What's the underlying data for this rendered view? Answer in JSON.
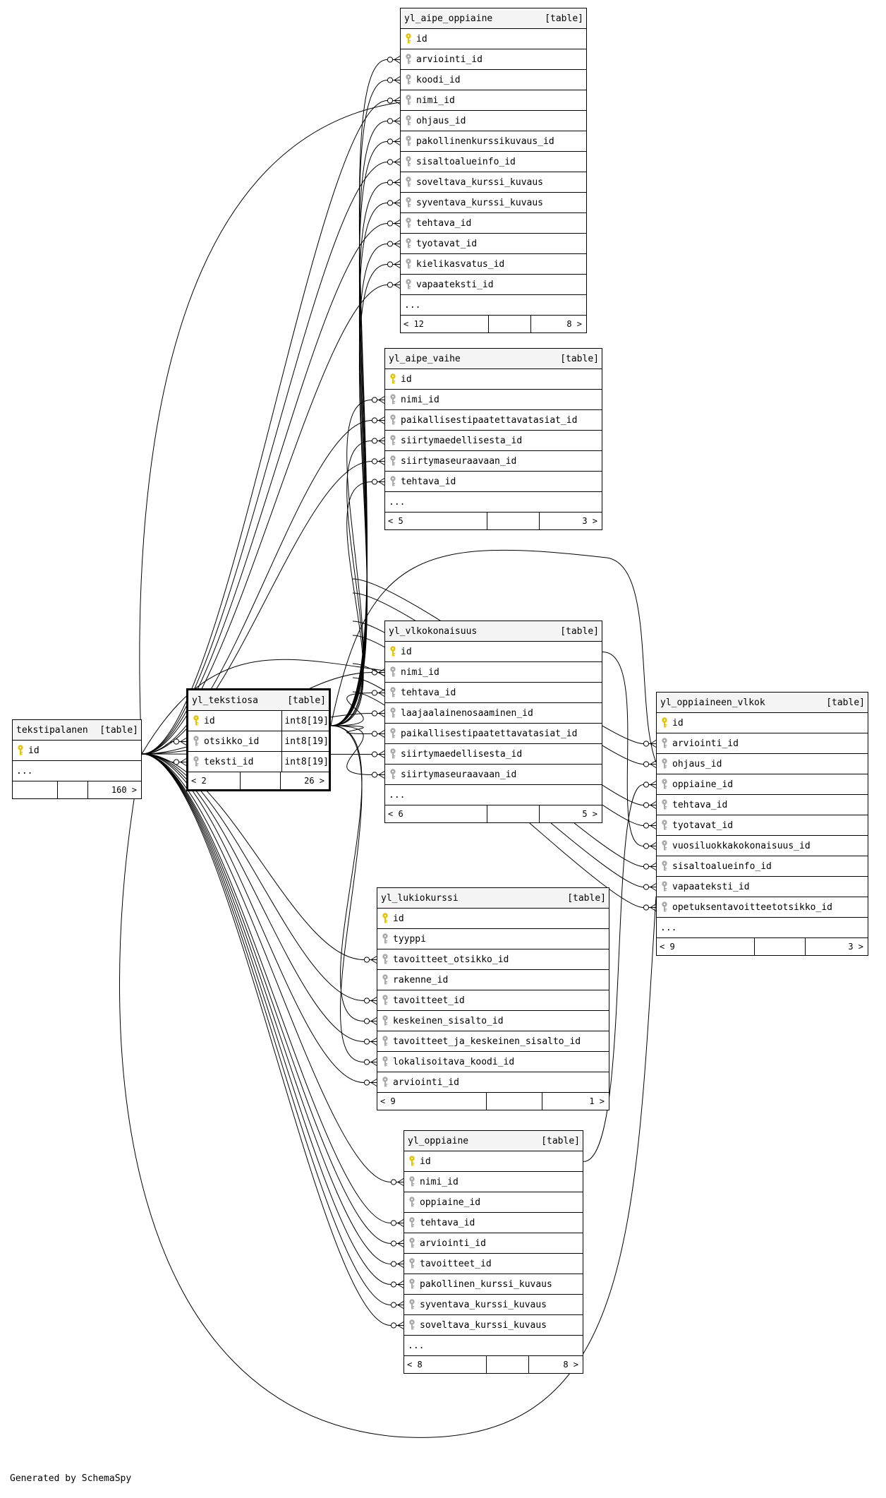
{
  "footer_text": "Generated by SchemaSpy",
  "colors": {
    "primary_key": "#e8c400",
    "foreign_key": "#aaaaaa",
    "header_bg": "#f4f4f4"
  },
  "tables": {
    "yl_aipe_oppiaine": {
      "name": "yl_aipe_oppiaine",
      "kind": "[table]",
      "columns": [
        {
          "name": "id",
          "key": "primary"
        },
        {
          "name": "arviointi_id",
          "key": "foreign"
        },
        {
          "name": "koodi_id",
          "key": "foreign"
        },
        {
          "name": "nimi_id",
          "key": "foreign"
        },
        {
          "name": "ohjaus_id",
          "key": "foreign"
        },
        {
          "name": "pakollinenkurssikuvaus_id",
          "key": "foreign"
        },
        {
          "name": "sisaltoalueinfo_id",
          "key": "foreign"
        },
        {
          "name": "soveltava_kurssi_kuvaus",
          "key": "foreign"
        },
        {
          "name": "syventava_kurssi_kuvaus",
          "key": "foreign"
        },
        {
          "name": "tehtava_id",
          "key": "foreign"
        },
        {
          "name": "tyotavat_id",
          "key": "foreign"
        },
        {
          "name": "kielikasvatus_id",
          "key": "foreign"
        },
        {
          "name": "vapaateksti_id",
          "key": "foreign"
        }
      ],
      "more": "...",
      "parents": "< 12",
      "children": "8 >"
    },
    "yl_aipe_vaihe": {
      "name": "yl_aipe_vaihe",
      "kind": "[table]",
      "columns": [
        {
          "name": "id",
          "key": "primary"
        },
        {
          "name": "nimi_id",
          "key": "foreign"
        },
        {
          "name": "paikallisestipaatettavatasiat_id",
          "key": "foreign"
        },
        {
          "name": "siirtymaedellisesta_id",
          "key": "foreign"
        },
        {
          "name": "siirtymaseuraavaan_id",
          "key": "foreign"
        },
        {
          "name": "tehtava_id",
          "key": "foreign"
        }
      ],
      "more": "...",
      "parents": "< 5",
      "children": "3 >"
    },
    "yl_vlkokonaisuus": {
      "name": "yl_vlkokonaisuus",
      "kind": "[table]",
      "columns": [
        {
          "name": "id",
          "key": "primary"
        },
        {
          "name": "nimi_id",
          "key": "foreign"
        },
        {
          "name": "tehtava_id",
          "key": "foreign"
        },
        {
          "name": "laajaalainenosaaminen_id",
          "key": "foreign"
        },
        {
          "name": "paikallisestipaatettavatasiat_id",
          "key": "foreign"
        },
        {
          "name": "siirtymaedellisesta_id",
          "key": "foreign"
        },
        {
          "name": "siirtymaseuraavaan_id",
          "key": "foreign"
        }
      ],
      "more": "...",
      "parents": "< 6",
      "children": "5 >"
    },
    "yl_oppiaineen_vlkok": {
      "name": "yl_oppiaineen_vlkok",
      "kind": "[table]",
      "columns": [
        {
          "name": "id",
          "key": "primary"
        },
        {
          "name": "arviointi_id",
          "key": "foreign"
        },
        {
          "name": "ohjaus_id",
          "key": "foreign"
        },
        {
          "name": "oppiaine_id",
          "key": "foreign"
        },
        {
          "name": "tehtava_id",
          "key": "foreign"
        },
        {
          "name": "tyotavat_id",
          "key": "foreign"
        },
        {
          "name": "vuosiluokkakokonaisuus_id",
          "key": "foreign"
        },
        {
          "name": "sisaltoalueinfo_id",
          "key": "foreign"
        },
        {
          "name": "vapaateksti_id",
          "key": "foreign"
        },
        {
          "name": "opetuksentavoitteetotsikko_id",
          "key": "foreign"
        }
      ],
      "more": "...",
      "parents": "< 9",
      "children": "3 >"
    },
    "tekstipalanen": {
      "name": "tekstipalanen",
      "kind": "[table]",
      "columns": [
        {
          "name": "id",
          "key": "primary"
        }
      ],
      "more": "...",
      "parents": "",
      "children": "160 >"
    },
    "yl_tekstiosa": {
      "name": "yl_tekstiosa",
      "kind": "[table]",
      "columns": [
        {
          "name": "id",
          "key": "primary",
          "type": "int8[19]"
        },
        {
          "name": "otsikko_id",
          "key": "foreign",
          "type": "int8[19]"
        },
        {
          "name": "teksti_id",
          "key": "foreign",
          "type": "int8[19]"
        }
      ],
      "more": "",
      "parents": "< 2",
      "children": "26 >"
    },
    "yl_lukiokurssi": {
      "name": "yl_lukiokurssi",
      "kind": "[table]",
      "columns": [
        {
          "name": "id",
          "key": "primary"
        },
        {
          "name": "tyyppi",
          "key": "foreign"
        },
        {
          "name": "tavoitteet_otsikko_id",
          "key": "foreign"
        },
        {
          "name": "rakenne_id",
          "key": "foreign"
        },
        {
          "name": "tavoitteet_id",
          "key": "foreign"
        },
        {
          "name": "keskeinen_sisalto_id",
          "key": "foreign"
        },
        {
          "name": "tavoitteet_ja_keskeinen_sisalto_id",
          "key": "foreign"
        },
        {
          "name": "lokalisoitava_koodi_id",
          "key": "foreign"
        },
        {
          "name": "arviointi_id",
          "key": "foreign"
        }
      ],
      "more": "",
      "parents": "< 9",
      "children": "1 >"
    },
    "yl_oppiaine": {
      "name": "yl_oppiaine",
      "kind": "[table]",
      "columns": [
        {
          "name": "id",
          "key": "primary"
        },
        {
          "name": "nimi_id",
          "key": "foreign"
        },
        {
          "name": "oppiaine_id",
          "key": "foreign"
        },
        {
          "name": "tehtava_id",
          "key": "foreign"
        },
        {
          "name": "arviointi_id",
          "key": "foreign"
        },
        {
          "name": "tavoitteet_id",
          "key": "foreign"
        },
        {
          "name": "pakollinen_kurssi_kuvaus",
          "key": "foreign"
        },
        {
          "name": "syventava_kurssi_kuvaus",
          "key": "foreign"
        },
        {
          "name": "soveltava_kurssi_kuvaus",
          "key": "foreign"
        }
      ],
      "more": "...",
      "parents": "< 8",
      "children": "8 >"
    }
  }
}
